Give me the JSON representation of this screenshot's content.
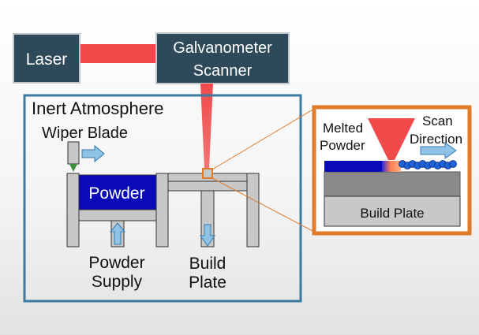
{
  "labels": {
    "laser": "Laser",
    "galvo_line1": "Galvanometer",
    "galvo_line2": "Scanner",
    "inert_atmosphere": "Inert Atmosphere",
    "wiper_blade": "Wiper Blade",
    "powder": "Powder",
    "powder_supply_line1": "Powder",
    "powder_supply_line2": "Supply",
    "build_plate_line1": "Build",
    "build_plate_line2": "Plate",
    "melted_line1": "Melted",
    "melted_line2": "Powder",
    "scan_line1": "Scan",
    "scan_line2": "Direction",
    "inset_build_plate": "Build Plate"
  },
  "colors": {
    "dark_box": "#2e4a5a",
    "laser_beam": "#f04a4a",
    "chamber_border": "#3a7aa0",
    "inset_border": "#e07b2a",
    "powder_fill": "#0a0ab8",
    "machine_gray": "#c8c8c8",
    "machine_stroke": "#333333",
    "arrow_fill": "#8ec3e6",
    "arrow_stroke": "#3a7ab0",
    "bead_fill": "#1e64d8"
  },
  "icons": {
    "wiper_arrow": "arrow-right-icon",
    "supply_arrow": "arrow-up-icon",
    "build_arrow": "arrow-down-icon",
    "scan_arrow": "arrow-right-icon"
  }
}
